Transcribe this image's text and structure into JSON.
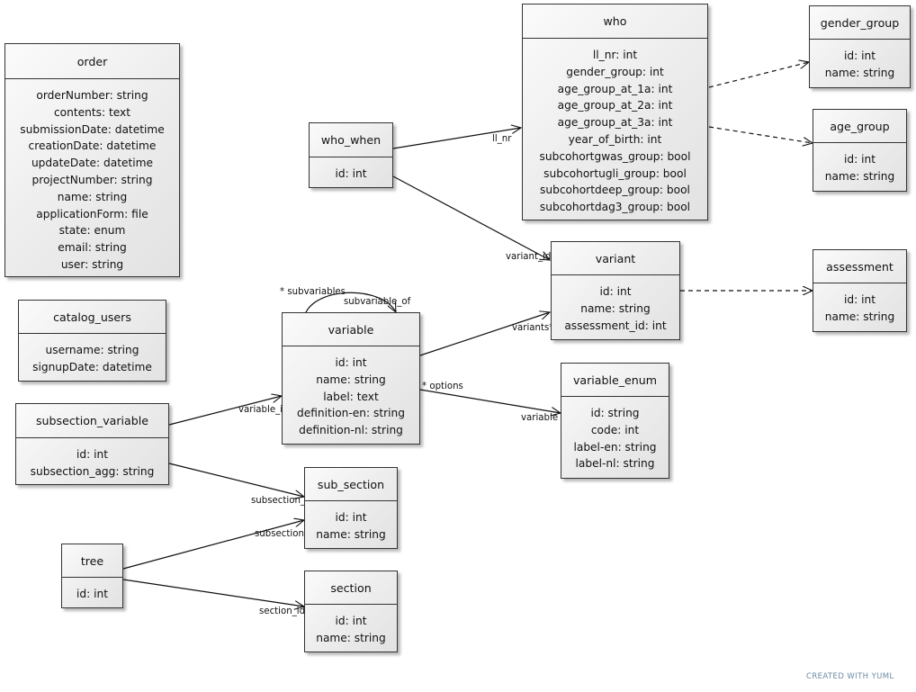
{
  "classes": {
    "order": {
      "title": "order",
      "attributes": [
        "orderNumber: string",
        "contents: text",
        "submissionDate: datetime",
        "creationDate: datetime",
        "updateDate: datetime",
        "projectNumber: string",
        "name: string",
        "applicationForm: file",
        "state: enum",
        "email: string",
        "user: string"
      ]
    },
    "catalog_users": {
      "title": "catalog_users",
      "attributes": [
        "username: string",
        "signupDate: datetime"
      ]
    },
    "subsection_variable": {
      "title": "subsection_variable",
      "attributes": [
        "id: int",
        "subsection_agg: string"
      ]
    },
    "tree": {
      "title": "tree",
      "attributes": [
        "id: int"
      ]
    },
    "who_when": {
      "title": "who_when",
      "attributes": [
        "id: int"
      ]
    },
    "variable": {
      "title": "variable",
      "attributes": [
        "id: int",
        "name: string",
        "label: text",
        "definition-en: string",
        "definition-nl: string"
      ]
    },
    "sub_section": {
      "title": "sub_section",
      "attributes": [
        "id: int",
        "name: string"
      ]
    },
    "section": {
      "title": "section",
      "attributes": [
        "id: int",
        "name: string"
      ]
    },
    "who": {
      "title": "who",
      "attributes": [
        "ll_nr: int",
        "gender_group: int",
        "age_group_at_1a: int",
        "age_group_at_2a: int",
        "age_group_at_3a: int",
        "year_of_birth: int",
        "subcohortgwas_group: bool",
        "subcohortugli_group: bool",
        "subcohortdeep_group: bool",
        "subcohortdag3_group: bool"
      ]
    },
    "variant": {
      "title": "variant",
      "attributes": [
        "id: int",
        "name: string",
        "assessment_id: int"
      ]
    },
    "variable_enum": {
      "title": "variable_enum",
      "attributes": [
        "id: string",
        "code: int",
        "label-en: string",
        "label-nl: string"
      ]
    },
    "gender_group": {
      "title": "gender_group",
      "attributes": [
        "id: int",
        "name: string"
      ]
    },
    "age_group": {
      "title": "age_group",
      "attributes": [
        "id: int",
        "name: string"
      ]
    },
    "assessment": {
      "title": "assessment",
      "attributes": [
        "id: int",
        "name: string"
      ]
    }
  },
  "edge_labels": {
    "ll_nr": "ll_nr",
    "variant_id": "variant_id",
    "subvariables": "* subvariables",
    "subvariable_of": "subvariable_of",
    "variants": "variants*",
    "options": "* options",
    "variable_label": "variable",
    "variable_id": "variable_id",
    "subsection_id_1": "subsection_id",
    "subsection_id_2": "subsection_id",
    "section_id": "section_id"
  },
  "relationships": [
    {
      "from": "who_when",
      "to": "who",
      "style": "solid"
    },
    {
      "from": "who_when",
      "to": "variant",
      "style": "solid"
    },
    {
      "from": "who",
      "to": "gender_group",
      "style": "dashed"
    },
    {
      "from": "who",
      "to": "age_group",
      "style": "dashed"
    },
    {
      "from": "variant",
      "to": "assessment",
      "style": "dashed"
    },
    {
      "from": "variable",
      "to": "variant",
      "style": "solid"
    },
    {
      "from": "variable",
      "to": "variable_enum",
      "style": "solid"
    },
    {
      "from": "variable",
      "to": "variable",
      "style": "solid"
    },
    {
      "from": "subsection_variable",
      "to": "variable",
      "style": "solid"
    },
    {
      "from": "subsection_variable",
      "to": "sub_section",
      "style": "solid"
    },
    {
      "from": "tree",
      "to": "sub_section",
      "style": "solid"
    },
    {
      "from": "tree",
      "to": "section",
      "style": "solid"
    }
  ],
  "footer": "CREATED WITH YUML",
  "colors": {
    "line": "#111111",
    "box_border": "#333333",
    "footer": "#6d8aa3"
  }
}
